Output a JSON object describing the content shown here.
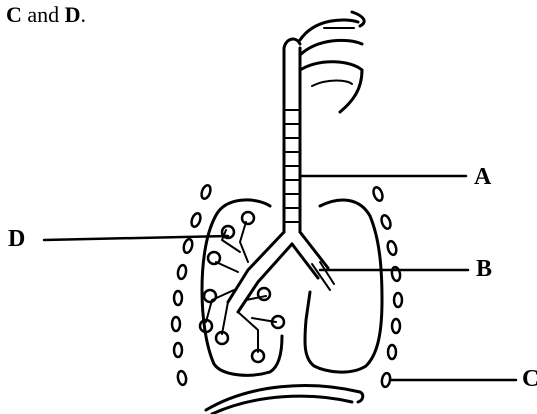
{
  "caption": {
    "prefix": "C",
    "middle": " and ",
    "suffix": "D",
    "end": "."
  },
  "labels": {
    "a": "A",
    "b": "B",
    "c": "C",
    "d": "D"
  },
  "colors": {
    "ink": "#000000",
    "background": "#ffffff"
  }
}
